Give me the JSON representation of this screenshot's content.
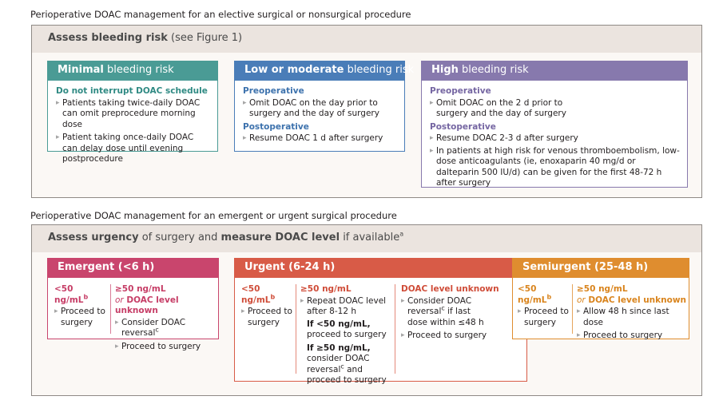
{
  "elective": {
    "title": "Perioperative DOAC management for an elective surgical or nonsurgical procedure",
    "header_bold": "Assess bleeding risk",
    "header_rest": " (see Figure 1)",
    "minimal": {
      "title_bold": "Minimal",
      "title_rest": " bleeding risk",
      "sub": "Do not interrupt DOAC schedule",
      "items": [
        "Patients taking twice-daily DOAC can omit preprocedure morning dose",
        "Patient taking once-daily DOAC can delay dose until evening postprocedure"
      ]
    },
    "low": {
      "title_bold": "Low or moderate",
      "title_rest": " bleeding risk",
      "pre_label": "Preoperative",
      "pre_items": [
        "Omit DOAC on the day prior to surgery and the day of surgery"
      ],
      "post_label": "Postoperative",
      "post_items": [
        "Resume DOAC 1 d after surgery"
      ]
    },
    "high": {
      "title_bold": "High",
      "title_rest": " bleeding risk",
      "pre_label": "Preoperative",
      "pre_items": [
        "Omit DOAC on the 2 d prior to surgery and the day of surgery"
      ],
      "post_label": "Postoperative",
      "post_items": [
        "Resume DOAC 2-3 d after surgery",
        "In patients at high risk for venous thromboembolism, low-dose anticoagulants (ie, enoxaparin 40 mg/d or dalteparin 500 IU/d) can be given for the first 48-72 h after surgery"
      ]
    }
  },
  "urgent": {
    "title": "Perioperative DOAC management for an emergent or urgent surgical procedure",
    "header_bold1": "Assess urgency",
    "header_mid": " of surgery and ",
    "header_bold2": "measure DOAC level",
    "header_rest": " if available",
    "header_sup": "a",
    "emergent": {
      "title": "Emergent (<6 h)",
      "col1_label": "<50 ng/mL",
      "col1_sup": "b",
      "col1_items": [
        "Proceed to surgery"
      ],
      "col2_label": "≥50 ng/mL",
      "col2_or": "or",
      "col2_label2": "DOAC level unknown",
      "col2_item1": "Consider DOAC reversal",
      "col2_item1_sup": "c",
      "col2_item2": "Proceed to surgery"
    },
    "urgent_card": {
      "title": "Urgent (6-24 h)",
      "col1_label": "<50 ng/mL",
      "col1_sup": "b",
      "col1_items": [
        "Proceed to surgery"
      ],
      "col2_label": "≥50 ng/mL",
      "col2_item1": "Repeat DOAC level after 8-12 h",
      "col2_if1_bold": "If <50 ng/mL,",
      "col2_if1_rest": "proceed to surgery",
      "col2_if2_bold": "If ≥50 ng/mL,",
      "col2_if2_rest1": " consider DOAC reversal",
      "col2_if2_sup": "c",
      "col2_if2_rest2": " and proceed to surgery",
      "col3_label": "DOAC level unknown",
      "col3_item1a": "Consider DOAC reversal",
      "col3_item1_sup": "c",
      "col3_item1b": " if last dose within ≤48 h",
      "col3_item2": "Proceed to surgery"
    },
    "semiurgent": {
      "title": "Semiurgent (25-48 h)",
      "col1_label": "<50 ng/mL",
      "col1_sup": "b",
      "col1_items": [
        "Proceed to surgery"
      ],
      "col2_label": "≥50 ng/mL",
      "col2_or": "or",
      "col2_label2": "DOAC level unknown",
      "col2_items": [
        "Allow 48 h since last dose",
        "Proceed to surgery"
      ]
    }
  }
}
